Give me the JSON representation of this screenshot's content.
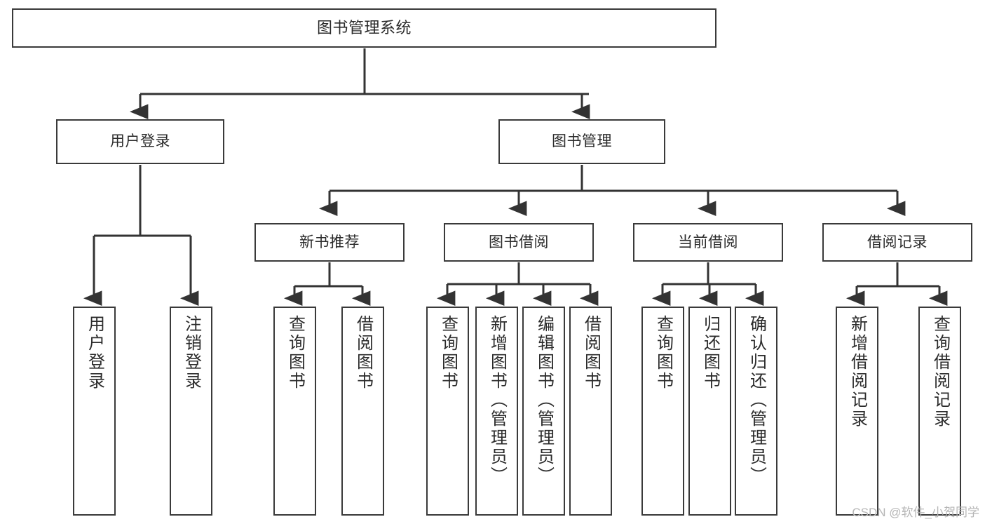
{
  "diagram": {
    "type": "tree-hierarchy",
    "title": "图书管理系统",
    "orientation": "top-down",
    "colors": {
      "box_border": "#3a3a3a",
      "box_fill": "#ffffff",
      "connector": "#333333",
      "text": "#2b2b2b",
      "watermark": "#b6b6b6",
      "background": "#ffffff"
    },
    "root": {
      "label": "图书管理系统"
    },
    "level2": [
      {
        "label": "用户登录"
      },
      {
        "label": "图书管理"
      }
    ],
    "level3": [
      {
        "label": "新书推荐"
      },
      {
        "label": "图书借阅"
      },
      {
        "label": "当前借阅"
      },
      {
        "label": "借阅记录"
      }
    ],
    "leaves": {
      "user_login": [
        {
          "label": "用户登录"
        },
        {
          "label": "注销登录"
        }
      ],
      "new_book_recommend": [
        {
          "label": "查询图书"
        },
        {
          "label": "借阅图书"
        }
      ],
      "book_borrow": [
        {
          "label": "查询图书"
        },
        {
          "label": "新增图书（管理员）"
        },
        {
          "label": "编辑图书（管理员）"
        },
        {
          "label": "借阅图书"
        }
      ],
      "current_borrow": [
        {
          "label": "查询图书"
        },
        {
          "label": "归还图书"
        },
        {
          "label": "确认归还（管理员）"
        }
      ],
      "borrow_record": [
        {
          "label": "新增借阅记录"
        },
        {
          "label": "查询借阅记录"
        }
      ]
    }
  },
  "watermark": {
    "text": "CSDN @软件_小贺同学"
  }
}
